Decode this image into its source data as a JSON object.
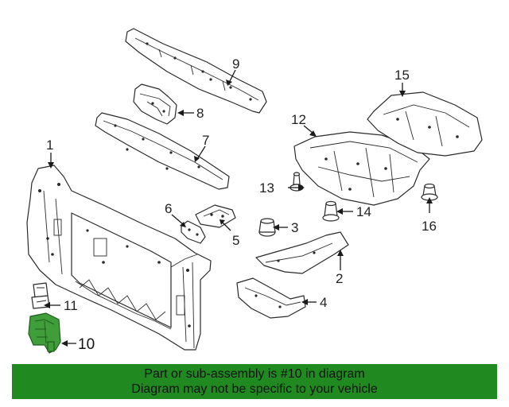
{
  "diagram": {
    "callouts": {
      "c1": "1",
      "c2": "2",
      "c3": "3",
      "c4": "4",
      "c5": "5",
      "c6": "6",
      "c7": "7",
      "c8": "8",
      "c9": "9",
      "c10": "10",
      "c11": "11",
      "c12": "12",
      "c13": "13",
      "c14": "14",
      "c15": "15",
      "c16": "16"
    },
    "highlighted_part": "10",
    "highlight_color": "#3F9E3A"
  },
  "banner": {
    "line1": "Part or sub-assembly is #10 in diagram",
    "line2": "Diagram may not be specific to your vehicle",
    "background": "#208A20"
  }
}
